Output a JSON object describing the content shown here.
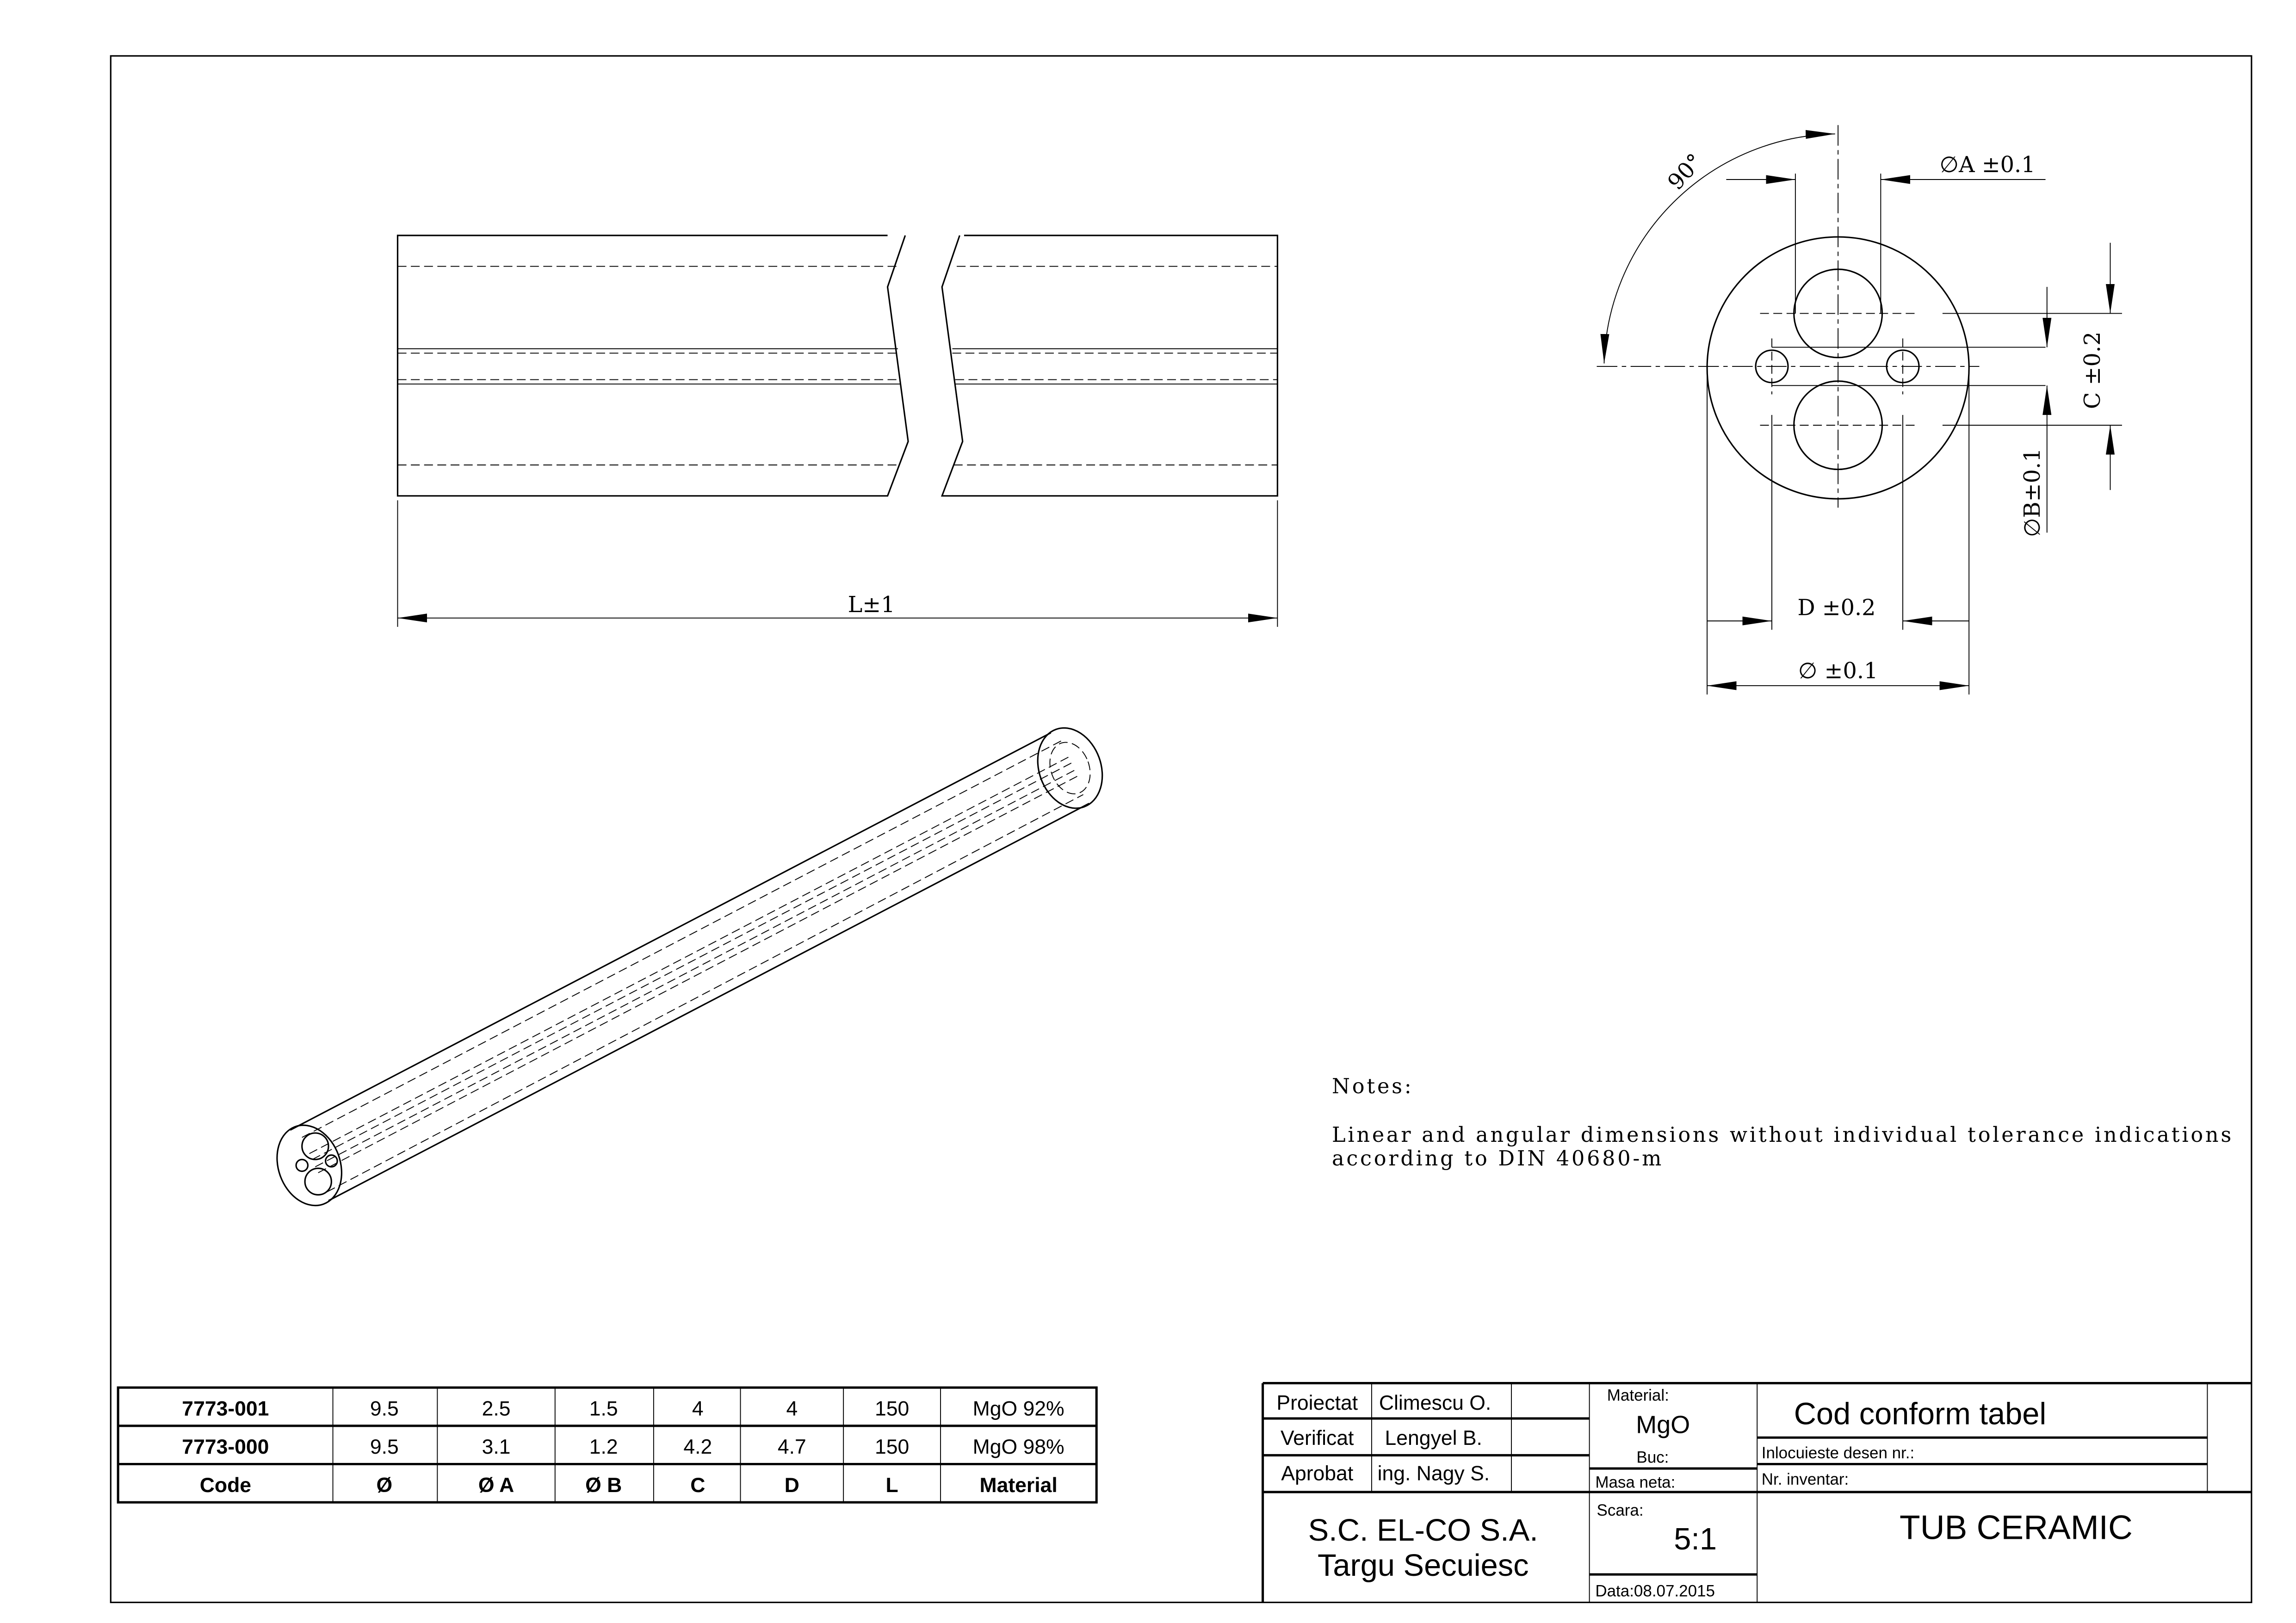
{
  "drawing": {
    "front_view": {
      "dim_length": "L±1"
    },
    "section_view": {
      "dim_angle": "90°",
      "dim_a": "∅A ±0.1",
      "dim_b": "∅B±0.1",
      "dim_c": "C ±0.2",
      "dim_d": "D ±0.2",
      "dim_outer": "∅ ±0.1"
    },
    "notes": {
      "title": "Notes:",
      "line1": "Linear and angular dimensions without individual tolerance indications",
      "line2": "according to DIN 40680-m"
    }
  },
  "code_table": {
    "rows": [
      [
        "7773-001",
        "9.5",
        "2.5",
        "1.5",
        "4",
        "4",
        "150",
        "MgO 92%"
      ],
      [
        "7773-000",
        "9.5",
        "3.1",
        "1.2",
        "4.2",
        "4.7",
        "150",
        "MgO 98%"
      ]
    ],
    "header": [
      "Code",
      "Ø",
      "Ø A",
      "Ø B",
      "C",
      "D",
      "L",
      "Material"
    ]
  },
  "title_block": {
    "proiectat_label": "Proiectat",
    "proiectat_name": "Climescu O.",
    "verificat_label": "Verificat",
    "verificat_name": "Lengyel B.",
    "aprobat_label": "Aprobat",
    "aprobat_name": "ing. Nagy S.",
    "material_label": "Material:",
    "material_value": "MgO",
    "buc_label": "Buc:",
    "masa_label": "Masa neta:",
    "cod": "Cod conform tabel",
    "inlocuieste_label": "Inlocuieste desen nr.:",
    "inventar_label": "Nr. inventar:",
    "company_line1": "S.C. EL-CO S.A.",
    "company_line2": "Targu Secuiesc",
    "scara_label": "Scara:",
    "scara_value": "5:1",
    "data_label": "Data:08.07.2015",
    "title": "TUB CERAMIC"
  }
}
